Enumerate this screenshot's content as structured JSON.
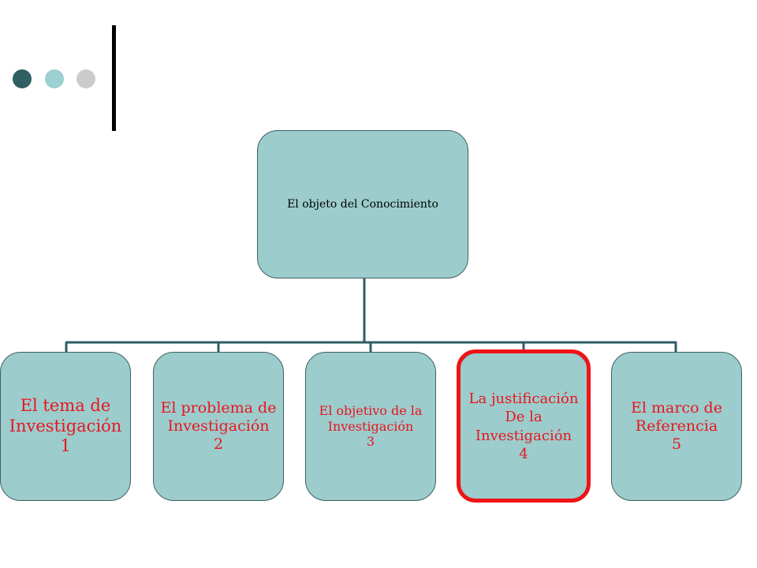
{
  "decoration": {
    "dot_colors": [
      "#2f5e63",
      "#9ccfd1",
      "#cbcbcb"
    ],
    "vertical_rule_color": "#000000"
  },
  "colors": {
    "node_fill": "#9ccccc",
    "node_border": "#3f5f5f",
    "connector": "#2f5e63",
    "child_text": "#e8161f",
    "root_text": "#000000",
    "highlight_border": "#ef1318"
  },
  "diagram": {
    "root": {
      "label": "El objeto del Conocimiento"
    },
    "children": [
      {
        "lines": [
          "El tema de",
          "Investigación",
          "1"
        ]
      },
      {
        "lines": [
          "El problema de",
          "Investigación",
          "2"
        ]
      },
      {
        "lines": [
          "El objetivo de la",
          "Investigación",
          "3"
        ]
      },
      {
        "lines": [
          "La justificación",
          "De la",
          "Investigación",
          "4"
        ],
        "highlighted": true
      },
      {
        "lines": [
          "El marco de",
          "Referencia",
          "5"
        ]
      }
    ]
  }
}
